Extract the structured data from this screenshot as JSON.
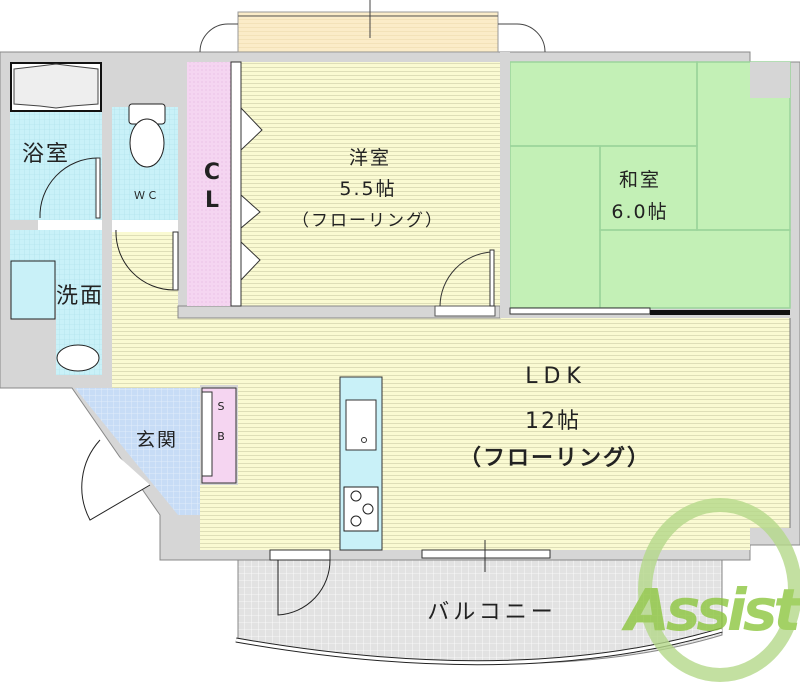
{
  "rooms": {
    "bath": {
      "name": "浴室"
    },
    "wc": {
      "name": "ＷＣ"
    },
    "closet": {
      "name_line1": "C",
      "name_line2": "L"
    },
    "western": {
      "name": "洋室",
      "size": "5.5帖",
      "floor": "（フローリング）"
    },
    "japanese": {
      "name": "和室",
      "size": "6.0帖"
    },
    "washroom": {
      "name": "洗面"
    },
    "entrance": {
      "name": "玄関"
    },
    "shoebox": {
      "line1": "S",
      "line2": "B"
    },
    "ldk": {
      "name": "LDK",
      "size": "12帖",
      "floor": "（フローリング）"
    },
    "balcony": {
      "name": "バルコニー"
    }
  },
  "logo": {
    "text": "Assist"
  },
  "colors": {
    "wall": "#d6d6d6",
    "flooring": "#fafad2",
    "tatami": "#c3f0b6",
    "wet_area": "#c9f1f8",
    "closet": "#f5d5f1",
    "entrance": "#c7dcf6",
    "balcony": "#e4e4e4",
    "logo": "#8dc63f"
  }
}
